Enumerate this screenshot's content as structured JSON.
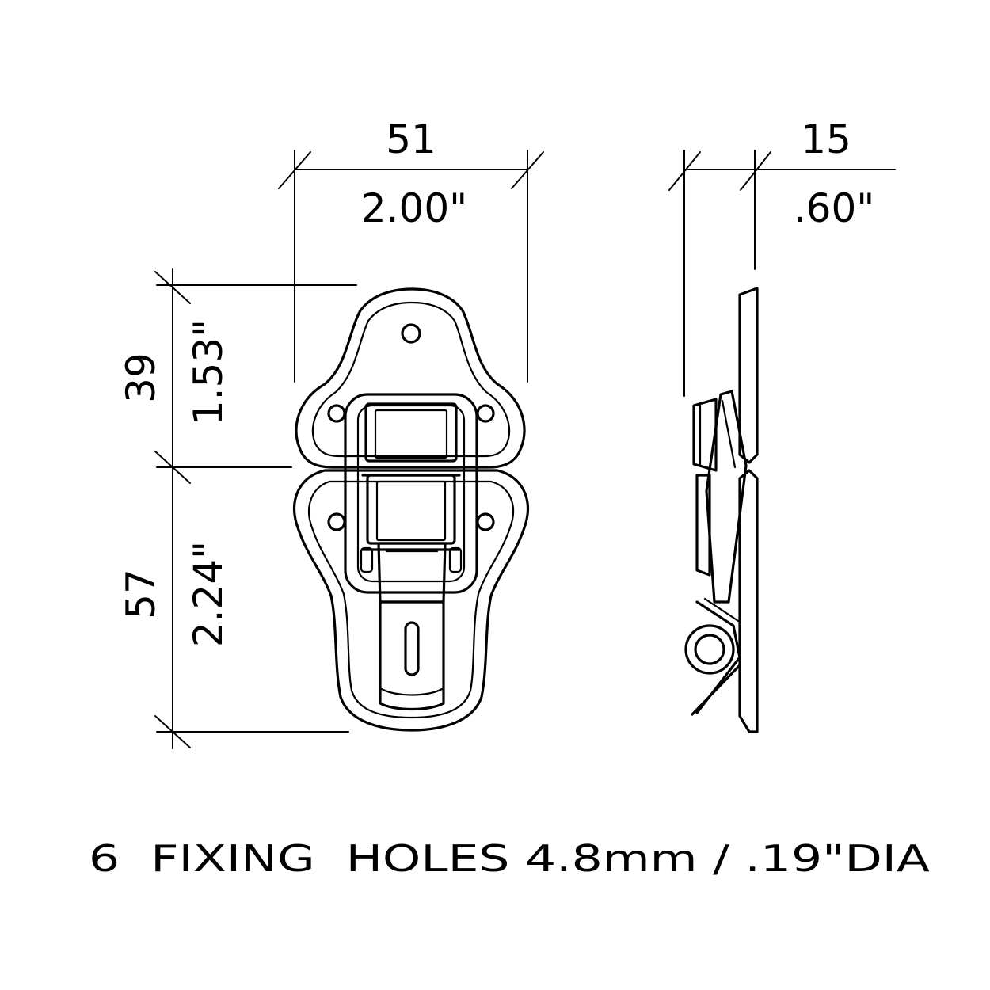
{
  "dimensions": {
    "width_mm": "51",
    "width_in": "2.00\"",
    "depth_mm": "15",
    "depth_in": ".60\"",
    "upper_height_mm": "39",
    "upper_height_in": "1.53\"",
    "lower_height_mm": "57",
    "lower_height_in": "2.24\""
  },
  "note": "6  FIXING  HOLES 4.8mm / .19\"DIA"
}
